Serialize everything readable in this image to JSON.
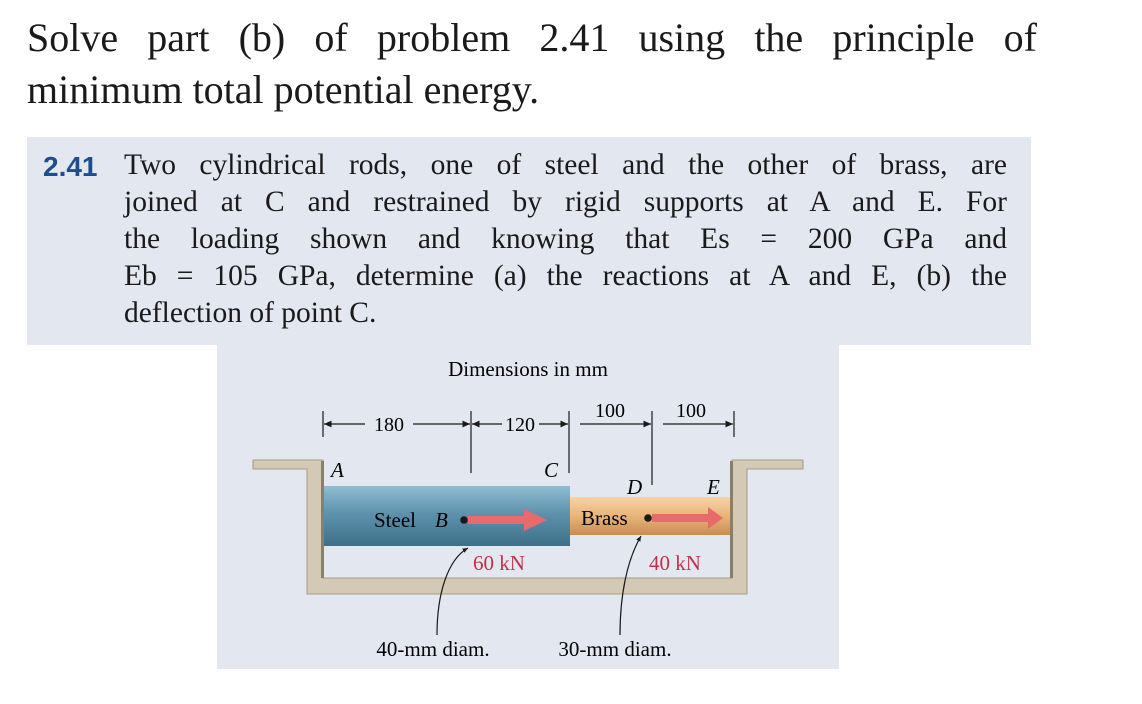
{
  "question": {
    "line1": "Solve part (b) of problem 2.41 using the principle of",
    "line2": "minimum total potential energy."
  },
  "problem": {
    "number": "2.41",
    "lines": [
      "Two cylindrical rods, one of steel and the other of brass, are",
      "joined at C and restrained by rigid supports at A and E. For",
      "the loading shown and knowing that Es = 200 GPa and",
      "Eb = 105 GPa, determine (a) the reactions at A and E, (b) the",
      "deflection of point C."
    ]
  },
  "figure": {
    "caption": "Dimensions in mm",
    "dims": [
      "180",
      "120",
      "100",
      "100"
    ],
    "points": {
      "A": "A",
      "B": "B",
      "C": "C",
      "D": "D",
      "E": "E"
    },
    "steel_label": "Steel",
    "brass_label": "Brass",
    "load_b": "60 kN",
    "load_d": "40 kN",
    "steel_diam": "40-mm diam.",
    "brass_diam": "30-mm diam.",
    "colors": {
      "background": "#e3e7ef",
      "steel": "#5f93ad",
      "brass": "#e9b47a",
      "arrow": "#e86a6a",
      "load_text": "#c0304a",
      "problem_number": "#1f4e8c"
    }
  }
}
